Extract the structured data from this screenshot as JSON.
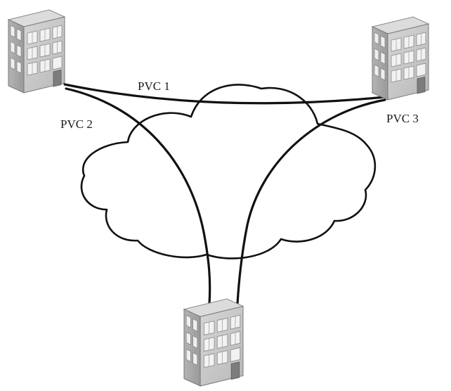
{
  "labels": {
    "pvc1": "PVC 1",
    "pvc2": "PVC 2",
    "pvc3": "PVC 3"
  },
  "icons": {
    "site": "office-building-icon",
    "network": "cloud-icon"
  },
  "colors": {
    "line": "#111111",
    "building_front": "#c9c9c9",
    "building_side": "#a9a9a9",
    "building_top": "#d8d8d8",
    "window": "#f4f4f4",
    "door": "#8a8a8a"
  }
}
